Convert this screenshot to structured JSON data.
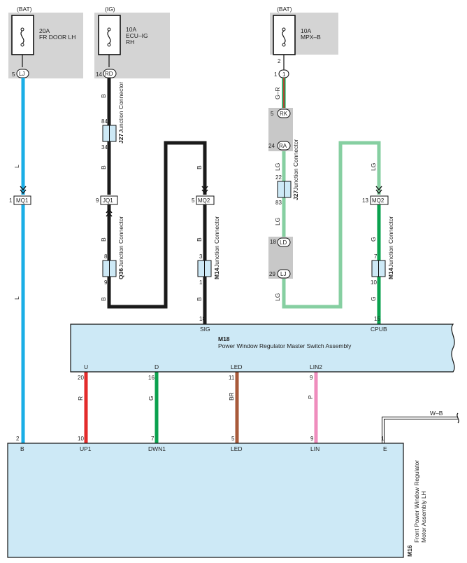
{
  "fuses": [
    {
      "source": "(BAT)",
      "rating": "20A",
      "line1": "FR DOOR LH",
      "line2": "",
      "pin": "5",
      "conn": "LJ"
    },
    {
      "source": "(IG)",
      "rating": "10A",
      "line1": "ECU–IG",
      "line2": "RH",
      "pin": "14",
      "conn": "RD"
    },
    {
      "source": "(BAT)",
      "rating": "10A",
      "line1": "MPX–B",
      "line2": "",
      "pin_top": "2",
      "pin": "1",
      "conn": "1"
    }
  ],
  "wires": {
    "L": "L",
    "B": "B",
    "GR": "G–R",
    "LG": "LG",
    "G": "G",
    "R": "R",
    "BR": "BR",
    "P": "P",
    "WB": "W–B"
  },
  "connectors": {
    "mq1": {
      "pin": "1",
      "label": "MQ1"
    },
    "jq1": {
      "pin": "9",
      "label": "JQ1"
    },
    "mq2_left": {
      "pin": "5",
      "label": "MQ2"
    },
    "mq2_right": {
      "pin": "13",
      "label": "MQ2"
    },
    "rk": {
      "pin": "5",
      "label": "RK"
    },
    "ra": {
      "pin": "24",
      "label": "RA"
    },
    "ld": {
      "pin": "18",
      "label": "LD"
    },
    "lj": {
      "pin": "29",
      "label": "LJ"
    }
  },
  "junctions": {
    "j27_left": {
      "id": "J27",
      "desc": "Junction Connector",
      "pin_top": "84",
      "pin_bottom": "34"
    },
    "q36": {
      "id": "Q36",
      "desc": "Junction Connector",
      "pin_top": "8",
      "pin_bottom": "9"
    },
    "m14_left": {
      "id": "M14",
      "desc": "Junction Connector",
      "pin_top": "3",
      "pin_bottom": "1"
    },
    "j27_right": {
      "id": "J27",
      "desc": "Junction Connector",
      "pin_top": "22",
      "pin_bottom": "83"
    },
    "m14_right": {
      "id": "M14",
      "desc": "Junction Connector",
      "pin_top": "7",
      "pin_bottom": "10"
    }
  },
  "m18": {
    "id": "M18",
    "name": "Power Window Regulator Master Switch Assembly",
    "top_pins": [
      {
        "pin": "18",
        "label": "SIG"
      },
      {
        "pin": "15",
        "label": "CPUB"
      }
    ],
    "bottom_pins": [
      {
        "pin": "20",
        "label": "U"
      },
      {
        "pin": "16",
        "label": "D"
      },
      {
        "pin": "11",
        "label": "LED"
      },
      {
        "pin": "9",
        "label": "LIN2"
      }
    ]
  },
  "m16": {
    "id": "M16",
    "name1": "Front Power Window Regulator",
    "name2": "Motor Assembly LH",
    "pins": [
      {
        "pin": "2",
        "label": "B"
      },
      {
        "pin": "10",
        "label": "UP1"
      },
      {
        "pin": "7",
        "label": "DWN1"
      },
      {
        "pin": "5",
        "label": "LED"
      },
      {
        "pin": "9",
        "label": "LIN"
      },
      {
        "pin": "1",
        "label": "E"
      }
    ]
  },
  "colors": {
    "L": "#1aaee6",
    "B": "#1a1a1a",
    "LG": "#86cfa1",
    "G": "#0aa14e",
    "R": "#e32b2b",
    "BR": "#a85a3a",
    "P": "#ef8dbd",
    "fuse_bg": "#d4d4d4",
    "ecu_fill": "#cde9f6",
    "gray_block": "#c8c8c8"
  }
}
